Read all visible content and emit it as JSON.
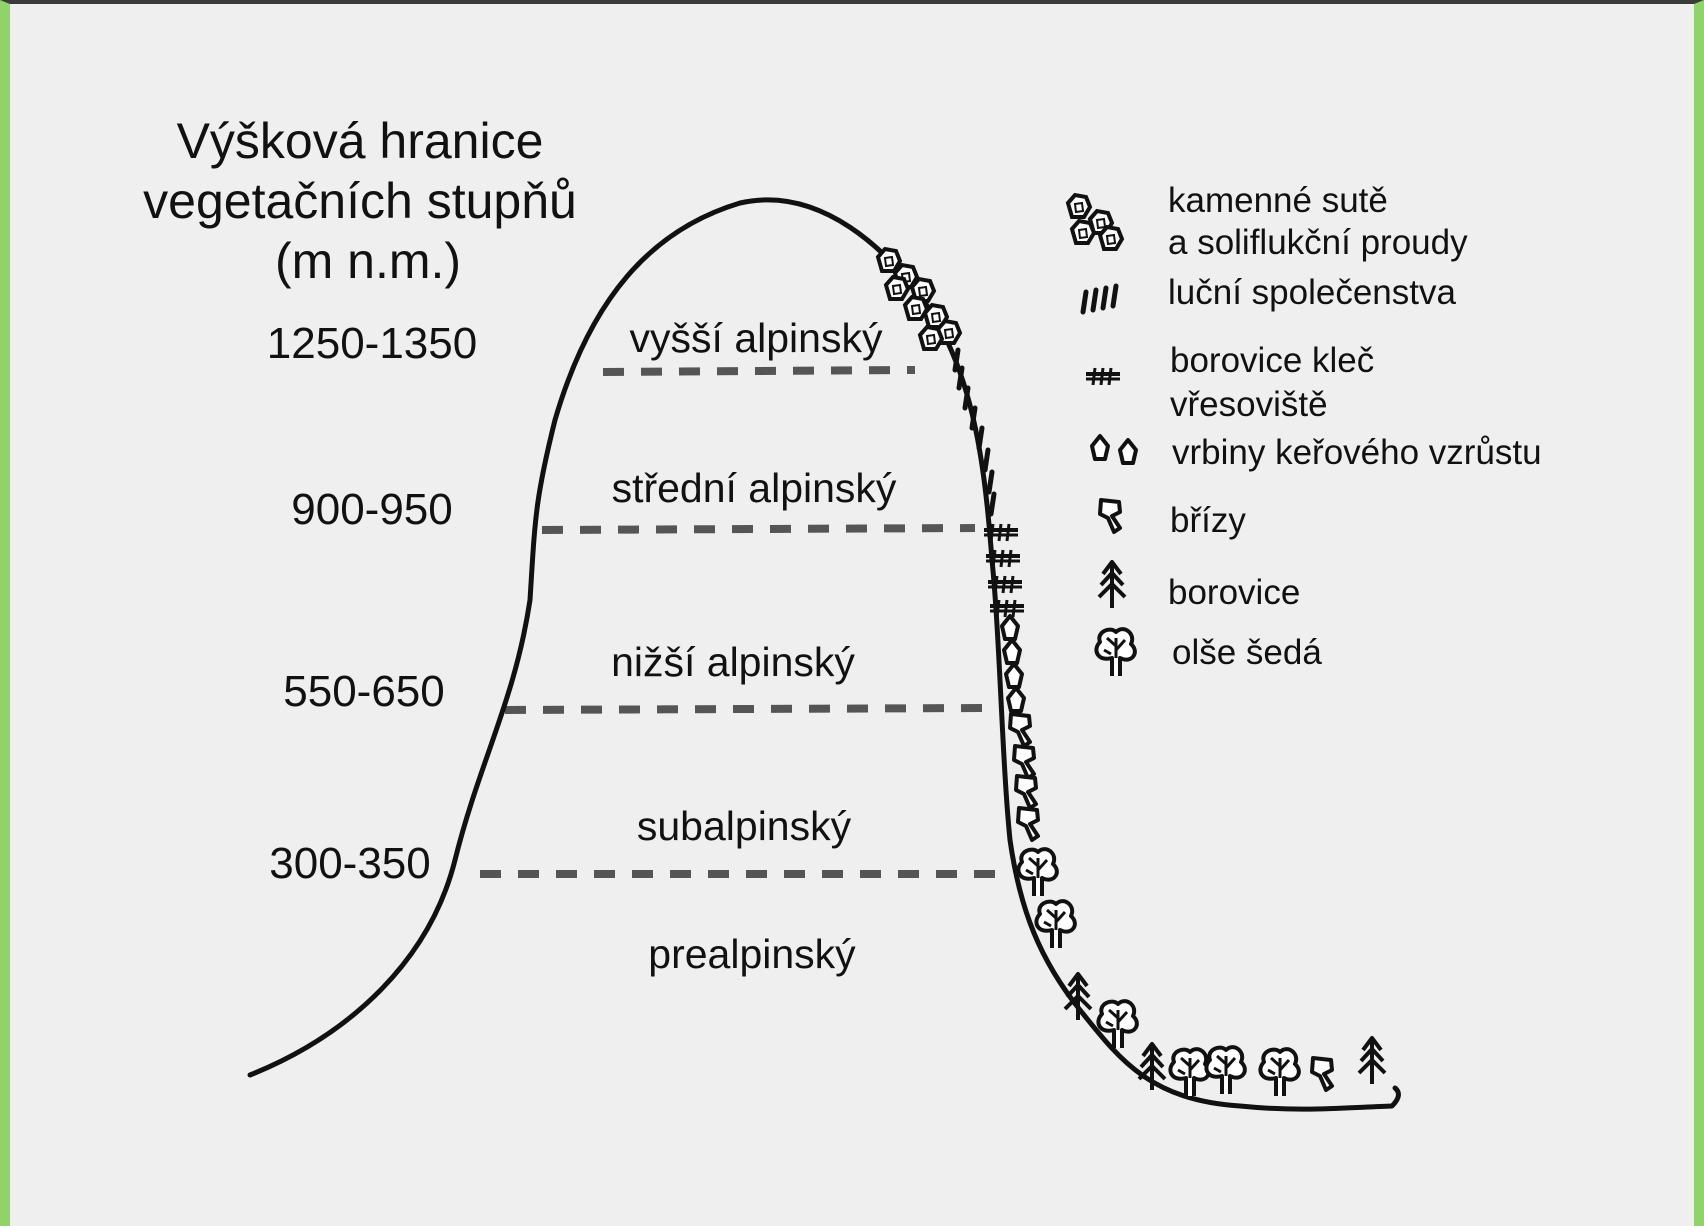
{
  "title": {
    "line1": "Výšková hranice",
    "line2": "vegetačních stupňů",
    "line3": "(m n.m.)"
  },
  "elevations": [
    "1250-1350",
    "900-950",
    "550-650",
    "300-350"
  ],
  "zones": [
    "vyšší  alpinský",
    "střední alpinský",
    "nižší alpinský",
    "subalpinský",
    "prealpinský"
  ],
  "legend": [
    {
      "icon": "rocks-icon",
      "line1": "kamenné sutě",
      "line2": "a soliflukční proudy"
    },
    {
      "icon": "meadow-icon",
      "line1": "luční společenstva"
    },
    {
      "icon": "dwarf-pine-icon",
      "line1": "borovice kleč",
      "line2": "vřesoviště"
    },
    {
      "icon": "willow-icon",
      "line1": "vrbiny keřového vzrůstu"
    },
    {
      "icon": "birch-icon",
      "line1": "břízy"
    },
    {
      "icon": "pine-icon",
      "line1": "borovice"
    },
    {
      "icon": "alder-icon",
      "line1": "olše šedá"
    }
  ],
  "colors": {
    "background": "#efefef",
    "border": "#8fd36a",
    "ink": "#111111",
    "dash": "#555555"
  }
}
